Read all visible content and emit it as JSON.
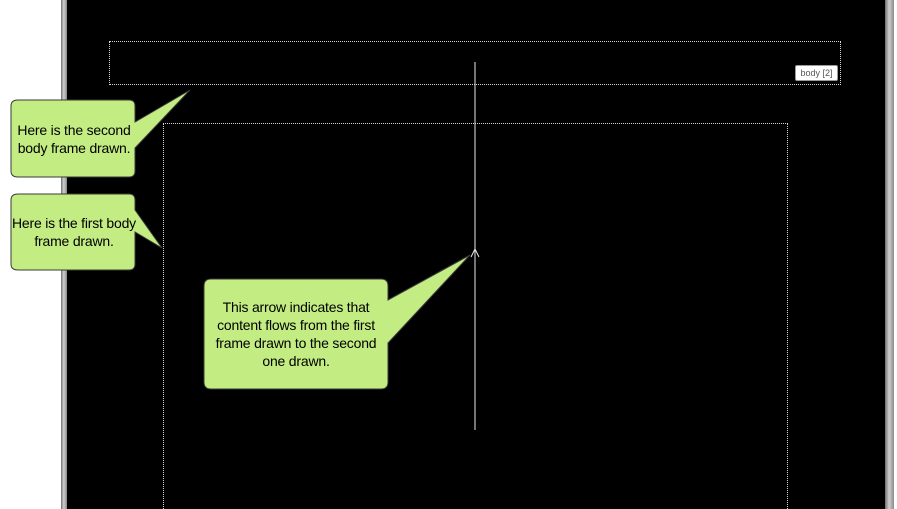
{
  "frames": {
    "second_frame_tag": "body [2]"
  },
  "callouts": {
    "second_frame": "Here is the second body frame drawn.",
    "first_frame": "Here is the first body frame drawn.",
    "flow_arrow": "This arrow indicates that content flows from the first frame drawn to the second one drawn."
  },
  "colors": {
    "canvas": "#000000",
    "callout_fill": "#c3ec82",
    "callout_border": "#3a3a3a",
    "frame_border": "#d8d8d8",
    "arrow": "#e8e8e8"
  }
}
